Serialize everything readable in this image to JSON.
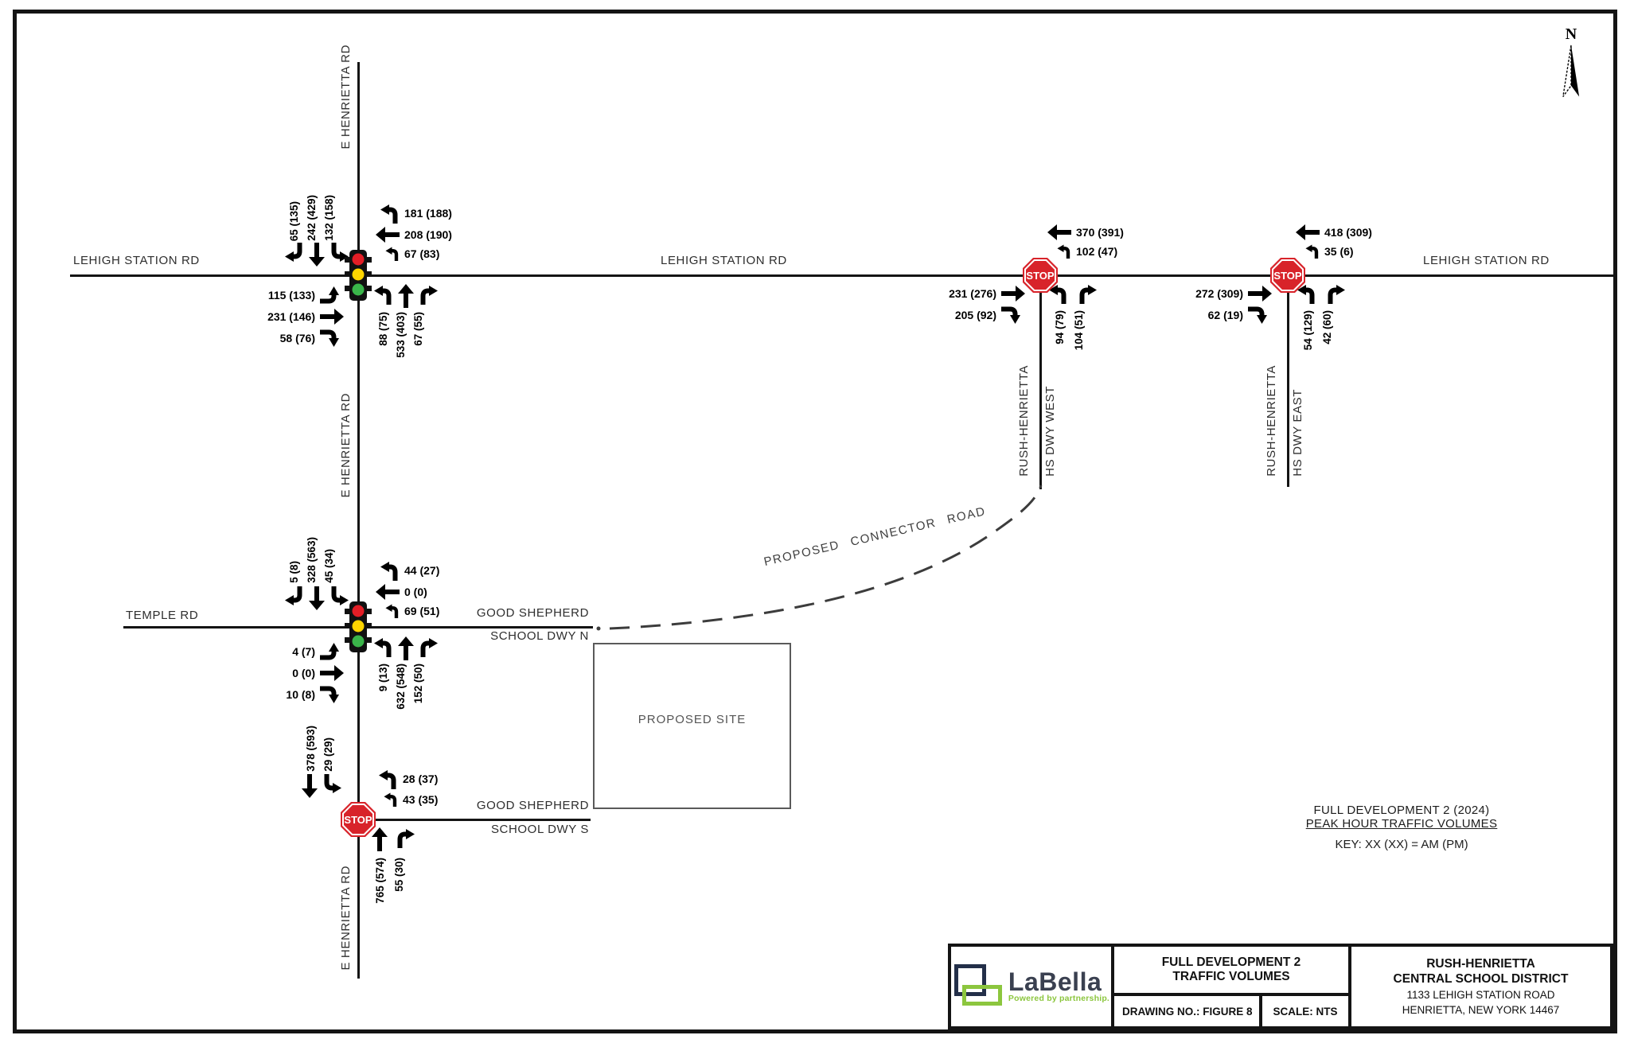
{
  "north": {
    "label": "N"
  },
  "roads": {
    "lehigh_left": "LEHIGH STATION RD",
    "lehigh_center": "LEHIGH STATION RD",
    "lehigh_right": "LEHIGH STATION RD",
    "e_henrietta_top": "E HENRIETTA RD",
    "e_henrietta_mid": "E HENRIETTA RD",
    "e_henrietta_bottom": "E HENRIETTA RD",
    "temple": "TEMPLE RD",
    "gs_dwy_n": {
      "line1": "GOOD SHEPHERD",
      "line2": "SCHOOL DWY N"
    },
    "gs_dwy_s": {
      "line1": "GOOD SHEPHERD",
      "line2": "SCHOOL DWY S"
    },
    "hs_dwy_west": {
      "line1": "RUSH-HENRIETTA",
      "line2": "HS DWY WEST"
    },
    "hs_dwy_east": {
      "line1": "RUSH-HENRIETTA",
      "line2": "HS DWY EAST"
    },
    "connector": "PROPOSED CONNECTOR ROAD",
    "proposed_site": "PROPOSED SITE"
  },
  "signs": {
    "stop": "STOP"
  },
  "colors": {
    "stop_red": "#d8232a",
    "signal_red": "#e31e26",
    "signal_yellow": "#ffd500",
    "signal_green": "#3ab54a",
    "logo_navy": "#232f49",
    "logo_green": "#8cc63e"
  },
  "volumes": {
    "int1": {
      "southbound": [
        "65 (135)",
        "242 (429)",
        "132 (158)"
      ],
      "westbound": [
        "181 (188)",
        "208 (190)",
        "67 (83)"
      ],
      "eastbound": [
        "115 (133)",
        "231 (146)",
        "58 (76)"
      ],
      "northbound": [
        "88 (75)",
        "533 (403)",
        "67 (55)"
      ]
    },
    "int2": {
      "westbound": [
        "370 (391)",
        "102 (47)"
      ],
      "eastbound": [
        "231 (276)",
        "205 (92)"
      ],
      "northbound": [
        "94 (79)",
        "104 (51)"
      ]
    },
    "int3": {
      "westbound": [
        "418 (309)",
        "35 (6)"
      ],
      "eastbound": [
        "272 (309)",
        "62 (19)"
      ],
      "northbound": [
        "54 (129)",
        "42 (60)"
      ]
    },
    "int4": {
      "southbound": [
        "5 (8)",
        "328 (563)",
        "45 (34)"
      ],
      "westbound": [
        "44 (27)",
        "0 (0)",
        "69 (51)"
      ],
      "eastbound": [
        "4 (7)",
        "0 (0)",
        "10 (8)"
      ],
      "northbound": [
        "9 (13)",
        "632 (548)",
        "152 (50)"
      ]
    },
    "int5": {
      "southbound": [
        "378 (593)",
        "29 (29)"
      ],
      "westbound": [
        "28 (37)",
        "43 (35)"
      ],
      "northbound": [
        "765 (574)",
        "55 (30)"
      ]
    }
  },
  "legend": {
    "line1": "FULL DEVELOPMENT 2 (2024)",
    "line2": "PEAK HOUR TRAFFIC VOLUMES",
    "line3": "KEY: XX (XX) = AM (PM)"
  },
  "title_block": {
    "logo_text": "LaBella",
    "logo_tagline": "Powered by partnership.",
    "title_line1": "FULL DEVELOPMENT 2",
    "title_line2": "TRAFFIC VOLUMES",
    "drawing_no": "DRAWING NO.: FIGURE 8",
    "scale": "SCALE: NTS",
    "client_line1": "RUSH-HENRIETTA",
    "client_line2": "CENTRAL SCHOOL DISTRICT",
    "address_line1": "1133 LEHIGH STATION ROAD",
    "address_line2": "HENRIETTA, NEW YORK 14467"
  }
}
